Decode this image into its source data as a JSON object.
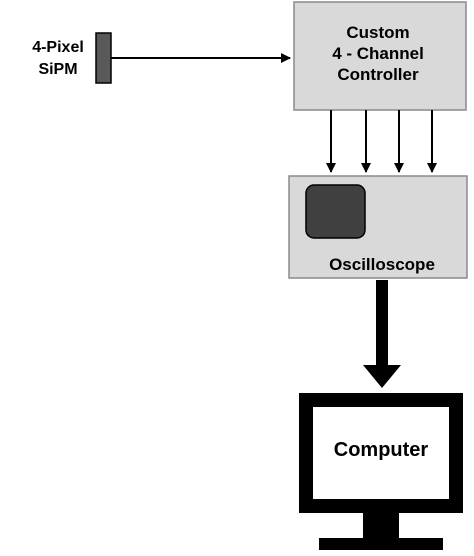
{
  "sipm": {
    "label_line1": "4-Pixel",
    "label_line2": "SiPM"
  },
  "controller": {
    "label_line1": "Custom",
    "label_line2": "4 - Channel",
    "label_line3": "Controller"
  },
  "oscilloscope": {
    "label": "Oscilloscope"
  },
  "computer": {
    "label": "Computer"
  },
  "colors": {
    "box_fill": "#d9d9d9",
    "screen_fill": "#404040",
    "stroke": "#000000",
    "background": "#ffffff"
  }
}
